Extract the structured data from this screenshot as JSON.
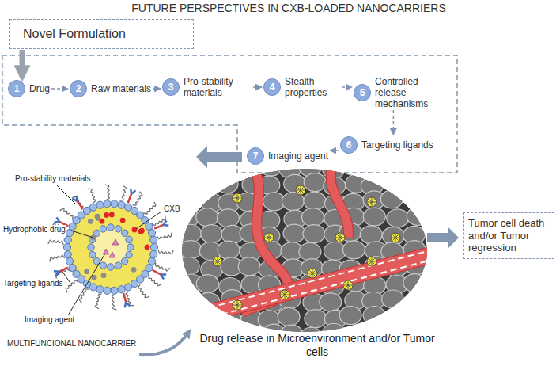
{
  "diagram": {
    "title": "FUTURE PERSPECTIVES IN CXB-LOADED NANOCARRIERS",
    "nodes": [
      {
        "text": [
          "Novel Formulation"
        ]
      },
      {
        "text": [
          "1",
          "Drug"
        ]
      },
      {
        "text": [
          "2",
          "Raw materials"
        ]
      },
      {
        "text": [
          "3",
          "Pro-stability materials"
        ]
      },
      {
        "text": [
          "4",
          "Stealth properties"
        ]
      },
      {
        "text": [
          "5",
          "Controlled release mechanisms"
        ]
      },
      {
        "text": [
          "6",
          "Targeting ligands"
        ]
      },
      {
        "text": [
          "7",
          "Imaging agent"
        ]
      },
      {
        "text": [
          "Tumor cell death and/or Tumor regression"
        ]
      }
    ],
    "edges": [
      {
        "from": 0,
        "to": 1,
        "arrow": "to"
      },
      {
        "from": 1,
        "to": 2,
        "arrow": "to"
      },
      {
        "from": 2,
        "to": 3,
        "arrow": "to"
      },
      {
        "from": 3,
        "to": 4,
        "arrow": "to"
      },
      {
        "from": 4,
        "to": 5,
        "arrow": "to"
      },
      {
        "from": 5,
        "to": 6,
        "arrow": "to"
      },
      {
        "from": 6,
        "to": 7,
        "arrow": "to"
      }
    ],
    "labels": [
      "Pro-stability materials",
      "Hydrophobic drug",
      "Targeting ligands",
      "Imaging agent",
      "CXB",
      "MULTIFUNCIONAL NANOCARRIER",
      "Drug release in Microenvironment and/or Tumor cells"
    ]
  }
}
